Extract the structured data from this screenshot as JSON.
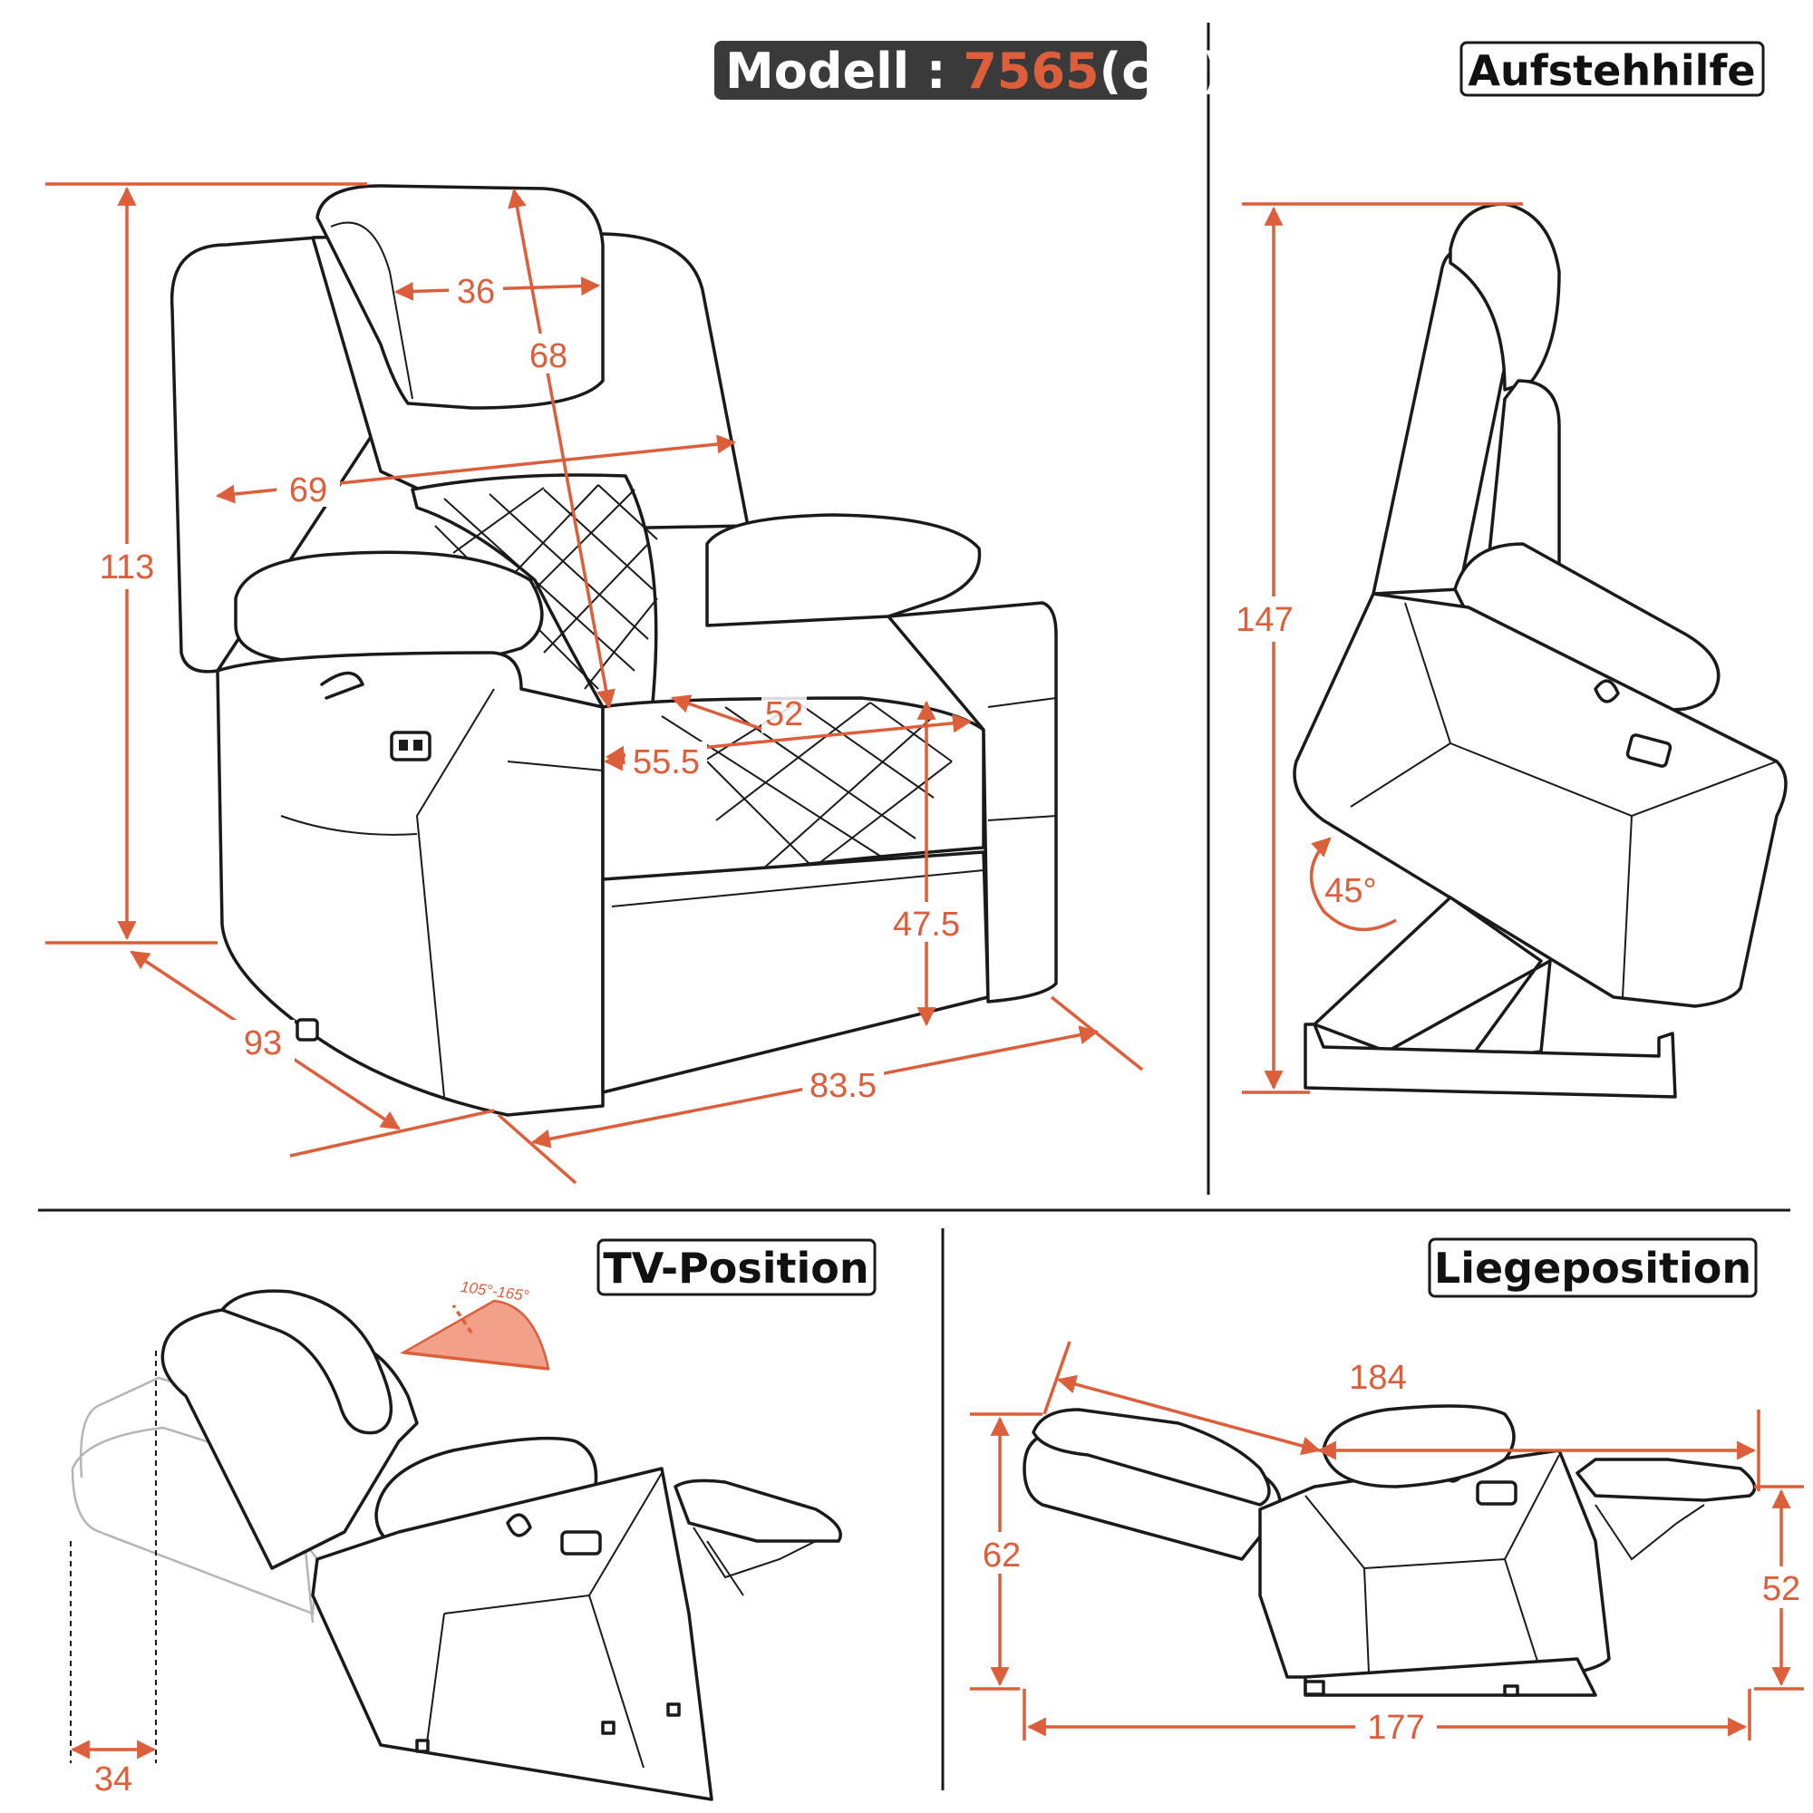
{
  "model": {
    "prefix": "Modell : ",
    "number": "7565",
    "unit": "(cm)"
  },
  "panels": {
    "lift": {
      "title": "Aufstehhilfe",
      "height": "147",
      "angle": "45°"
    },
    "tv": {
      "title": "TV-Position",
      "offset": "34",
      "angle_range": "105°-165°"
    },
    "lie": {
      "title": "Liegeposition",
      "length": "184",
      "height_back": "62",
      "height_front": "52",
      "floor_length": "177"
    }
  },
  "main_dimensions": {
    "total_height": "113",
    "headrest_width": "36",
    "headrest_height": "68",
    "back_width": "69",
    "seat_width": "52",
    "seat_depth": "55.5",
    "seat_height": "47.5",
    "depth": "93",
    "width": "83.5"
  },
  "colors": {
    "accent": "#dd5e3a",
    "line": "#1a1a1a",
    "badge_bg": "#3a3a3a",
    "badge_text": "#ffffff",
    "ghost": "#b5b5b5",
    "fan": "#f2a08a"
  }
}
